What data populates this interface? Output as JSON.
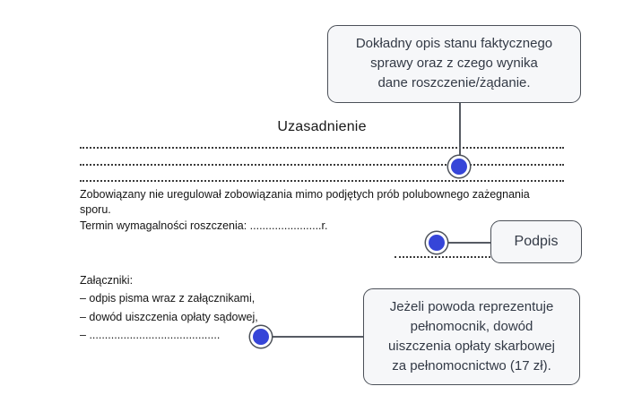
{
  "document": {
    "heading": "Uzasadnienie",
    "body_line1": "Zobowiązany nie uregulował zobowiązania mimo podjętych prób polubownego zażegnania",
    "body_line2": "sporu.",
    "termin_label": "Termin wymagalności roszczenia: ",
    "termin_dots": ".......................",
    "termin_suffix": "r.",
    "attachments_title": "Załączniki:",
    "attachments_item1": "– odpis pisma wraz z załącznikami,",
    "attachments_item2": "– dowód uiszczenia opłaty sądowej,",
    "attachments_item3_prefix": "– ",
    "attachments_item3_dots": ".........................................."
  },
  "callouts": {
    "facts": {
      "lines": [
        "Dokładny opis stanu faktycznego",
        "sprawy oraz z czego wynika",
        "dane roszczenie/żądanie."
      ]
    },
    "signature": {
      "label": "Podpis"
    },
    "attorney": {
      "lines": [
        "Jeżeli powoda reprezentuje",
        "pełnomocnik, dowód",
        "uiszczenia opłaty skarbowej",
        "za pełnomocnictwo (17 zł)."
      ]
    }
  },
  "colors": {
    "marker_blue": "#3645d8",
    "callout_bg": "#f6f7f9",
    "callout_border": "#4b5058",
    "connector": "#565b63",
    "line_ink": "#3a3a3a",
    "ink": "#1c1c1c"
  }
}
